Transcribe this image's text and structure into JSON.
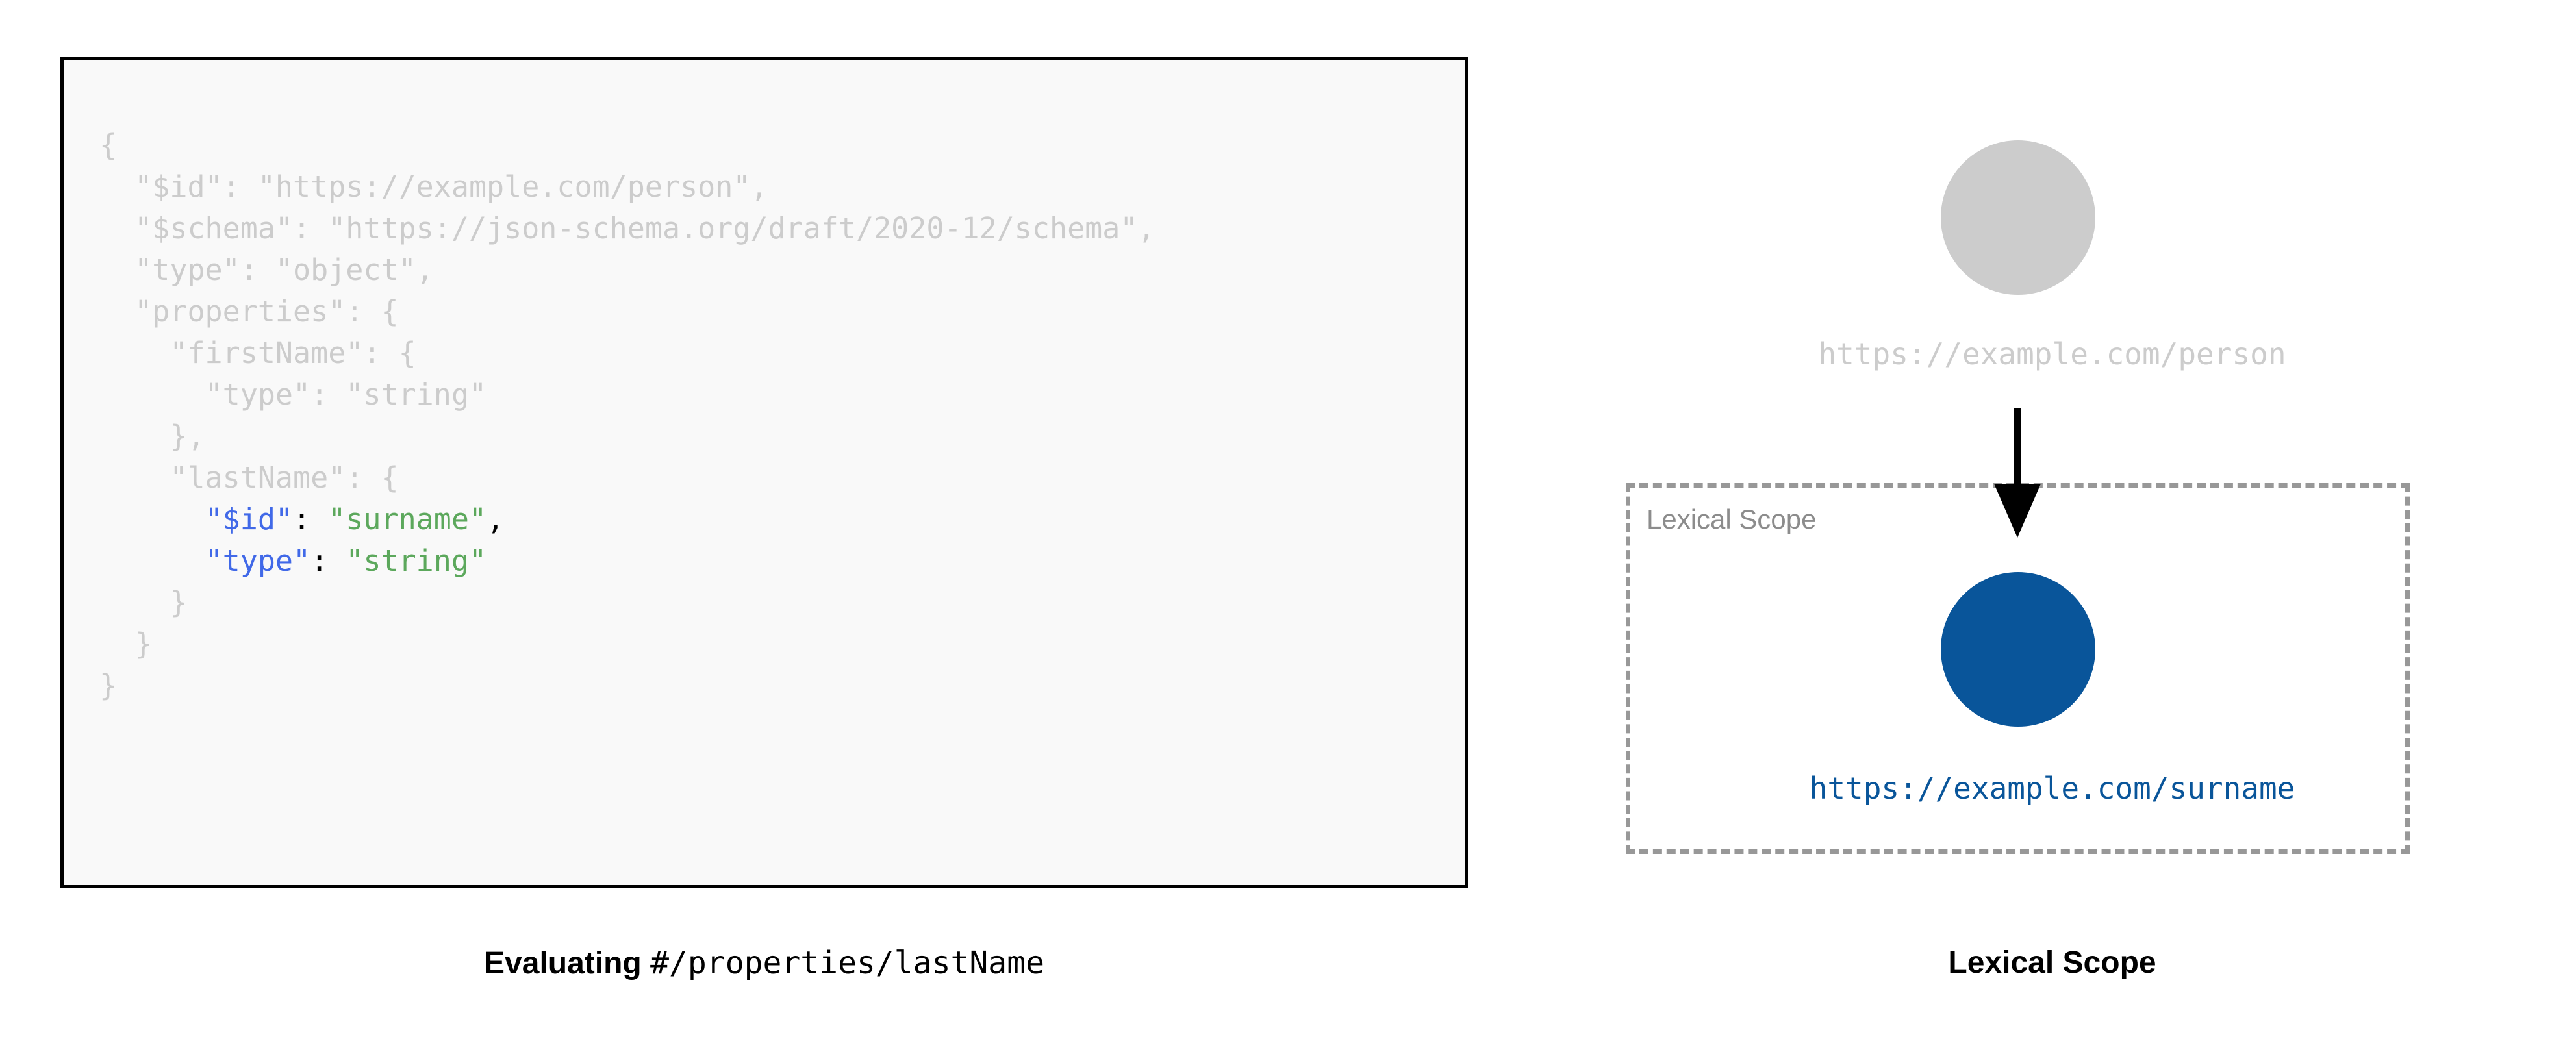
{
  "code_panel": {
    "language": "json",
    "lines": [
      {
        "indent": 0,
        "segments": [
          {
            "text": "{",
            "style": "dim"
          }
        ]
      },
      {
        "indent": 1,
        "segments": [
          {
            "text": "\"$id\": \"https://example.com/person\",",
            "style": "dim"
          }
        ]
      },
      {
        "indent": 1,
        "segments": [
          {
            "text": "\"$schema\": \"https://json-schema.org/draft/2020-12/schema\",",
            "style": "dim"
          }
        ]
      },
      {
        "indent": 1,
        "segments": [
          {
            "text": "\"type\": \"object\",",
            "style": "dim"
          }
        ]
      },
      {
        "indent": 1,
        "segments": [
          {
            "text": "\"properties\": {",
            "style": "dim"
          }
        ]
      },
      {
        "indent": 2,
        "segments": [
          {
            "text": "\"firstName\": {",
            "style": "dim"
          }
        ]
      },
      {
        "indent": 3,
        "segments": [
          {
            "text": "\"type\": \"string\"",
            "style": "dim"
          }
        ]
      },
      {
        "indent": 2,
        "segments": [
          {
            "text": "},",
            "style": "dim"
          }
        ]
      },
      {
        "indent": 2,
        "segments": [
          {
            "text": "\"lastName\": {",
            "style": "dim"
          }
        ]
      },
      {
        "indent": 3,
        "segments": [
          {
            "text": "\"$id\"",
            "style": "key"
          },
          {
            "text": ": ",
            "style": "punct"
          },
          {
            "text": "\"surname\"",
            "style": "val"
          },
          {
            "text": ",",
            "style": "punct"
          }
        ]
      },
      {
        "indent": 3,
        "segments": [
          {
            "text": "\"type\"",
            "style": "key"
          },
          {
            "text": ": ",
            "style": "punct"
          },
          {
            "text": "\"string\"",
            "style": "val"
          }
        ]
      },
      {
        "indent": 2,
        "segments": [
          {
            "text": "}",
            "style": "dim"
          }
        ]
      },
      {
        "indent": 1,
        "segments": [
          {
            "text": "}",
            "style": "dim"
          }
        ]
      },
      {
        "indent": 0,
        "segments": [
          {
            "text": "}",
            "style": "dim"
          }
        ]
      }
    ]
  },
  "captions": {
    "left_bold": "Evaluating ",
    "left_mono": "#/properties/lastName",
    "right": "Lexical Scope"
  },
  "diagram": {
    "outer_node": {
      "label": "https://example.com/person",
      "color": "#CCCCCC"
    },
    "scope_box": {
      "label": "Lexical Scope",
      "border_color": "#989898",
      "label_color": "#8C8C8C"
    },
    "inner_node": {
      "label": "https://example.com/surname",
      "color": "#09559A"
    },
    "arrow": {
      "color": "#000000"
    }
  },
  "colors": {
    "code_dim": "#CCCCCC",
    "code_key": "#4169E8",
    "code_value": "#5CA85C",
    "code_punct": "#000000",
    "panel_background": "#F9F9F9",
    "panel_border": "#000000",
    "accent_blue": "#09559A",
    "neutral_gray": "#CCCCCC"
  }
}
